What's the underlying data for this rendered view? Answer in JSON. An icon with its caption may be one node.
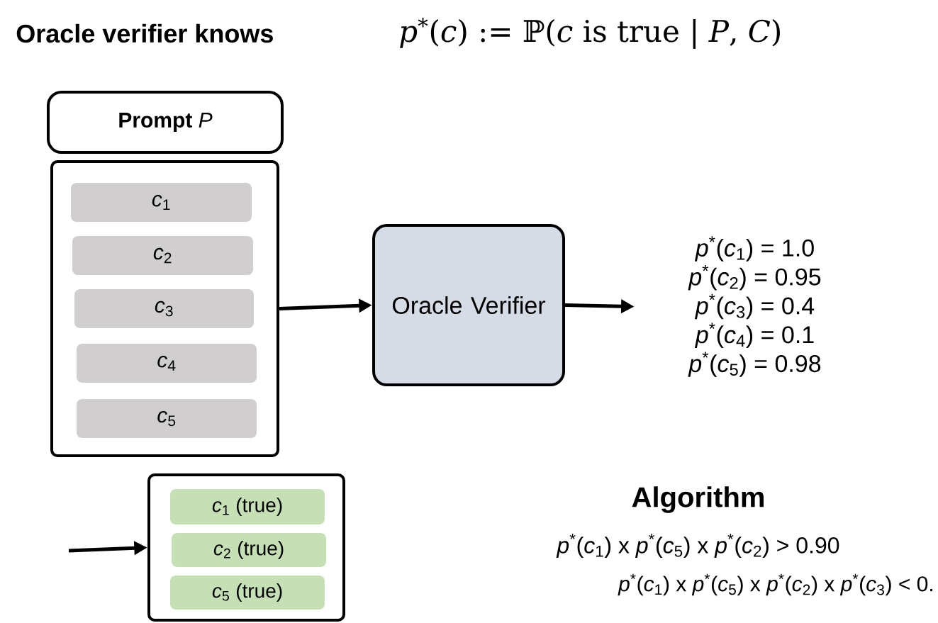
{
  "diagram": {
    "title": "Oracle verifier knows",
    "nodes": [
      {
        "text": [
          "**Prompt** *P*"
        ]
      },
      {
        "text": [],
        "shape": "box"
      },
      {
        "text": [
          "*c*$_{1}$"
        ],
        "in": 1
      },
      {
        "text": [
          "*c*$_{2}$"
        ],
        "in": 1
      },
      {
        "text": [
          "*c*$_{3}$"
        ],
        "in": 1
      },
      {
        "text": [
          "*c*$_{4}$"
        ],
        "in": 1
      },
      {
        "text": [
          "*c*$_{5}$"
        ],
        "in": 1
      },
      {
        "text": [
          "Oracle Verifier"
        ]
      },
      {
        "text": [
          "*p*$^{*}$(*c*$_{1}$) = 1.0",
          "*p*$^{*}$(*c*$_{2}$) = 0.95",
          "*p*$^{*}$(*c*$_{3}$) = 0.4",
          "*p*$^{*}$(*c*$_{4}$) = 0.1",
          "*p*$^{*}$(*c*$_{5}$) = 0.98"
        ]
      },
      {
        "text": [],
        "shape": "box"
      },
      {
        "text": [
          "*c*$_{1}$ (true)"
        ],
        "in": 9
      },
      {
        "text": [
          "*c*$_{2}$ (true)"
        ],
        "in": 9
      },
      {
        "text": [
          "*c*$_{5}$ (true)"
        ],
        "in": 9
      }
    ],
    "edges": [
      {
        "from": 1,
        "to": 7,
        "arrow": "to"
      },
      {
        "from": 7,
        "to": 8,
        "arrow": "to"
      },
      {
        "from": null,
        "to": 9,
        "arrow": "to"
      }
    ],
    "labels": [
      "*p*$^{*}$(*c*) := ℙ(*c* is true | *P*, *C*)",
      "Algorithm",
      "*p*$^{*}$(*c*$_{1}$) x *p*$^{*}$(*c*$_{5}$) x *p*$^{*}$(*c*$_{2}$) > 0.90",
      "*p*$^{*}$(*c*$_{1}$) x *p*$^{*}$(*c*$_{5}$) x *p*$^{*}$(*c*$_{2}$) x *p*$^{*}$(*c*$_{3}$) < 0."
    ]
  }
}
